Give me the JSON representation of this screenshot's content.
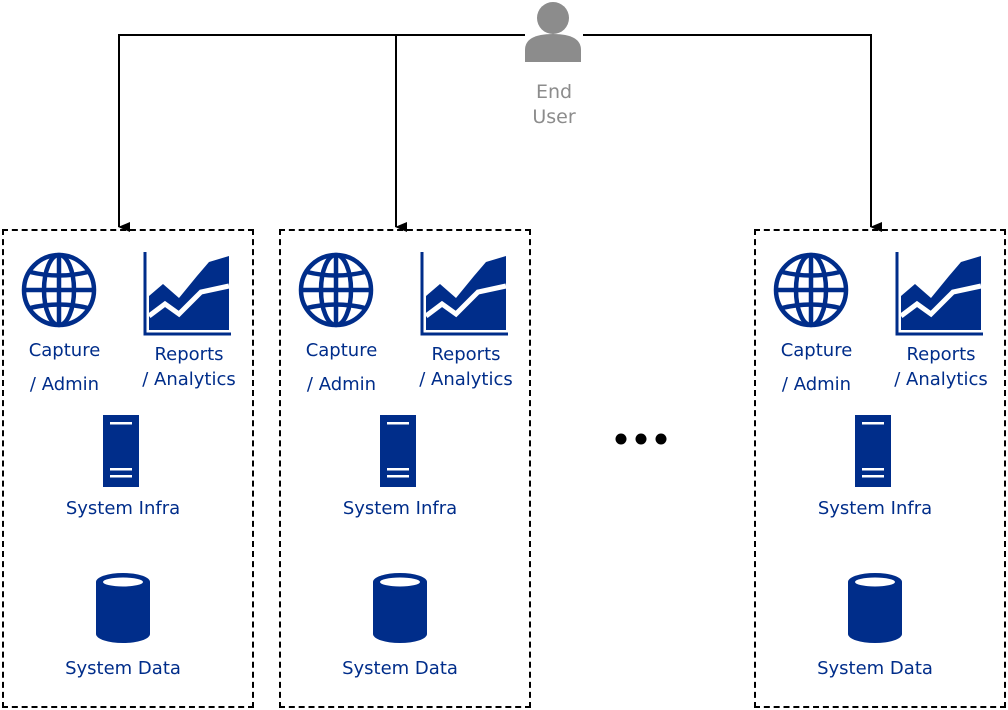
{
  "end_user": {
    "line1": "End",
    "line2": "User"
  },
  "instance": {
    "capture_line1": "Capture",
    "capture_line2": "/ Admin",
    "reports_line1": "Reports",
    "reports_line2": "/ Analytics",
    "system_infra": "System Infra",
    "system_data": "System Data"
  },
  "ellipsis": "...",
  "colors": {
    "accent": "#002d8a",
    "user_icon": "#8c8c8c",
    "line": "#000000"
  }
}
